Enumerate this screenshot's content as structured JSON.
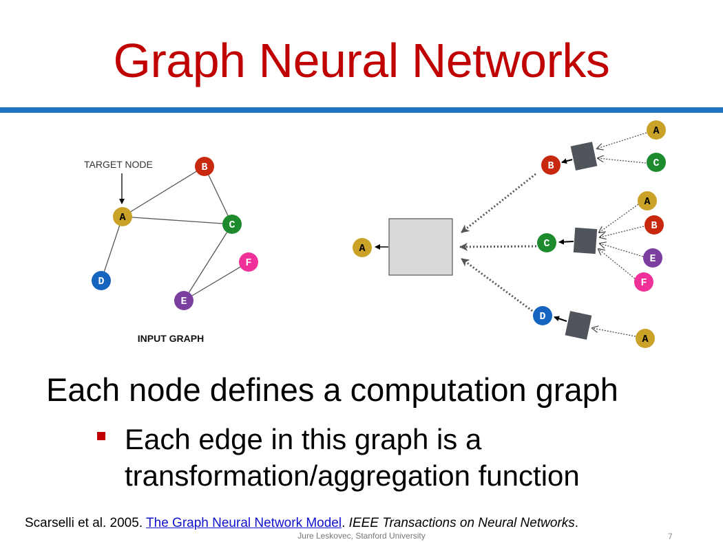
{
  "slide": {
    "title": "Graph Neural Networks",
    "heading": "Each node defines a computation graph",
    "bullets": [
      "Each edge in this graph is a",
      "transformation/aggregation function"
    ],
    "citation": {
      "prefix": "Scarselli et al. 2005. ",
      "link_text": "The Graph Neural Network Model",
      "middle": ". ",
      "journal": "IEEE Transactions on Neural Networks",
      "suffix": "."
    },
    "footer": "Jure Leskovec, Stanford University",
    "page_number": "7",
    "colors": {
      "title": "#c00000",
      "rule": "#1f73c1",
      "bullet": "#c00000",
      "link": "#1010d0"
    }
  },
  "input_graph": {
    "target_label": "TARGET NODE",
    "caption": "INPUT GRAPH",
    "nodes": [
      {
        "id": "A",
        "color": "#c9a227"
      },
      {
        "id": "B",
        "color": "#c8290e"
      },
      {
        "id": "C",
        "color": "#1d8a2e"
      },
      {
        "id": "D",
        "color": "#1565c0"
      },
      {
        "id": "E",
        "color": "#7b3fa0"
      },
      {
        "id": "F",
        "color": "#f0319a"
      }
    ],
    "edges": [
      [
        "A",
        "B"
      ],
      [
        "A",
        "C"
      ],
      [
        "A",
        "D"
      ],
      [
        "B",
        "C"
      ],
      [
        "C",
        "E"
      ],
      [
        "E",
        "F"
      ]
    ]
  },
  "computation_graph": {
    "root": "A",
    "level1": [
      {
        "id": "B",
        "neighbors": [
          "A",
          "C"
        ]
      },
      {
        "id": "C",
        "neighbors": [
          "A",
          "B",
          "E",
          "F"
        ]
      },
      {
        "id": "D",
        "neighbors": [
          "A"
        ]
      }
    ]
  }
}
